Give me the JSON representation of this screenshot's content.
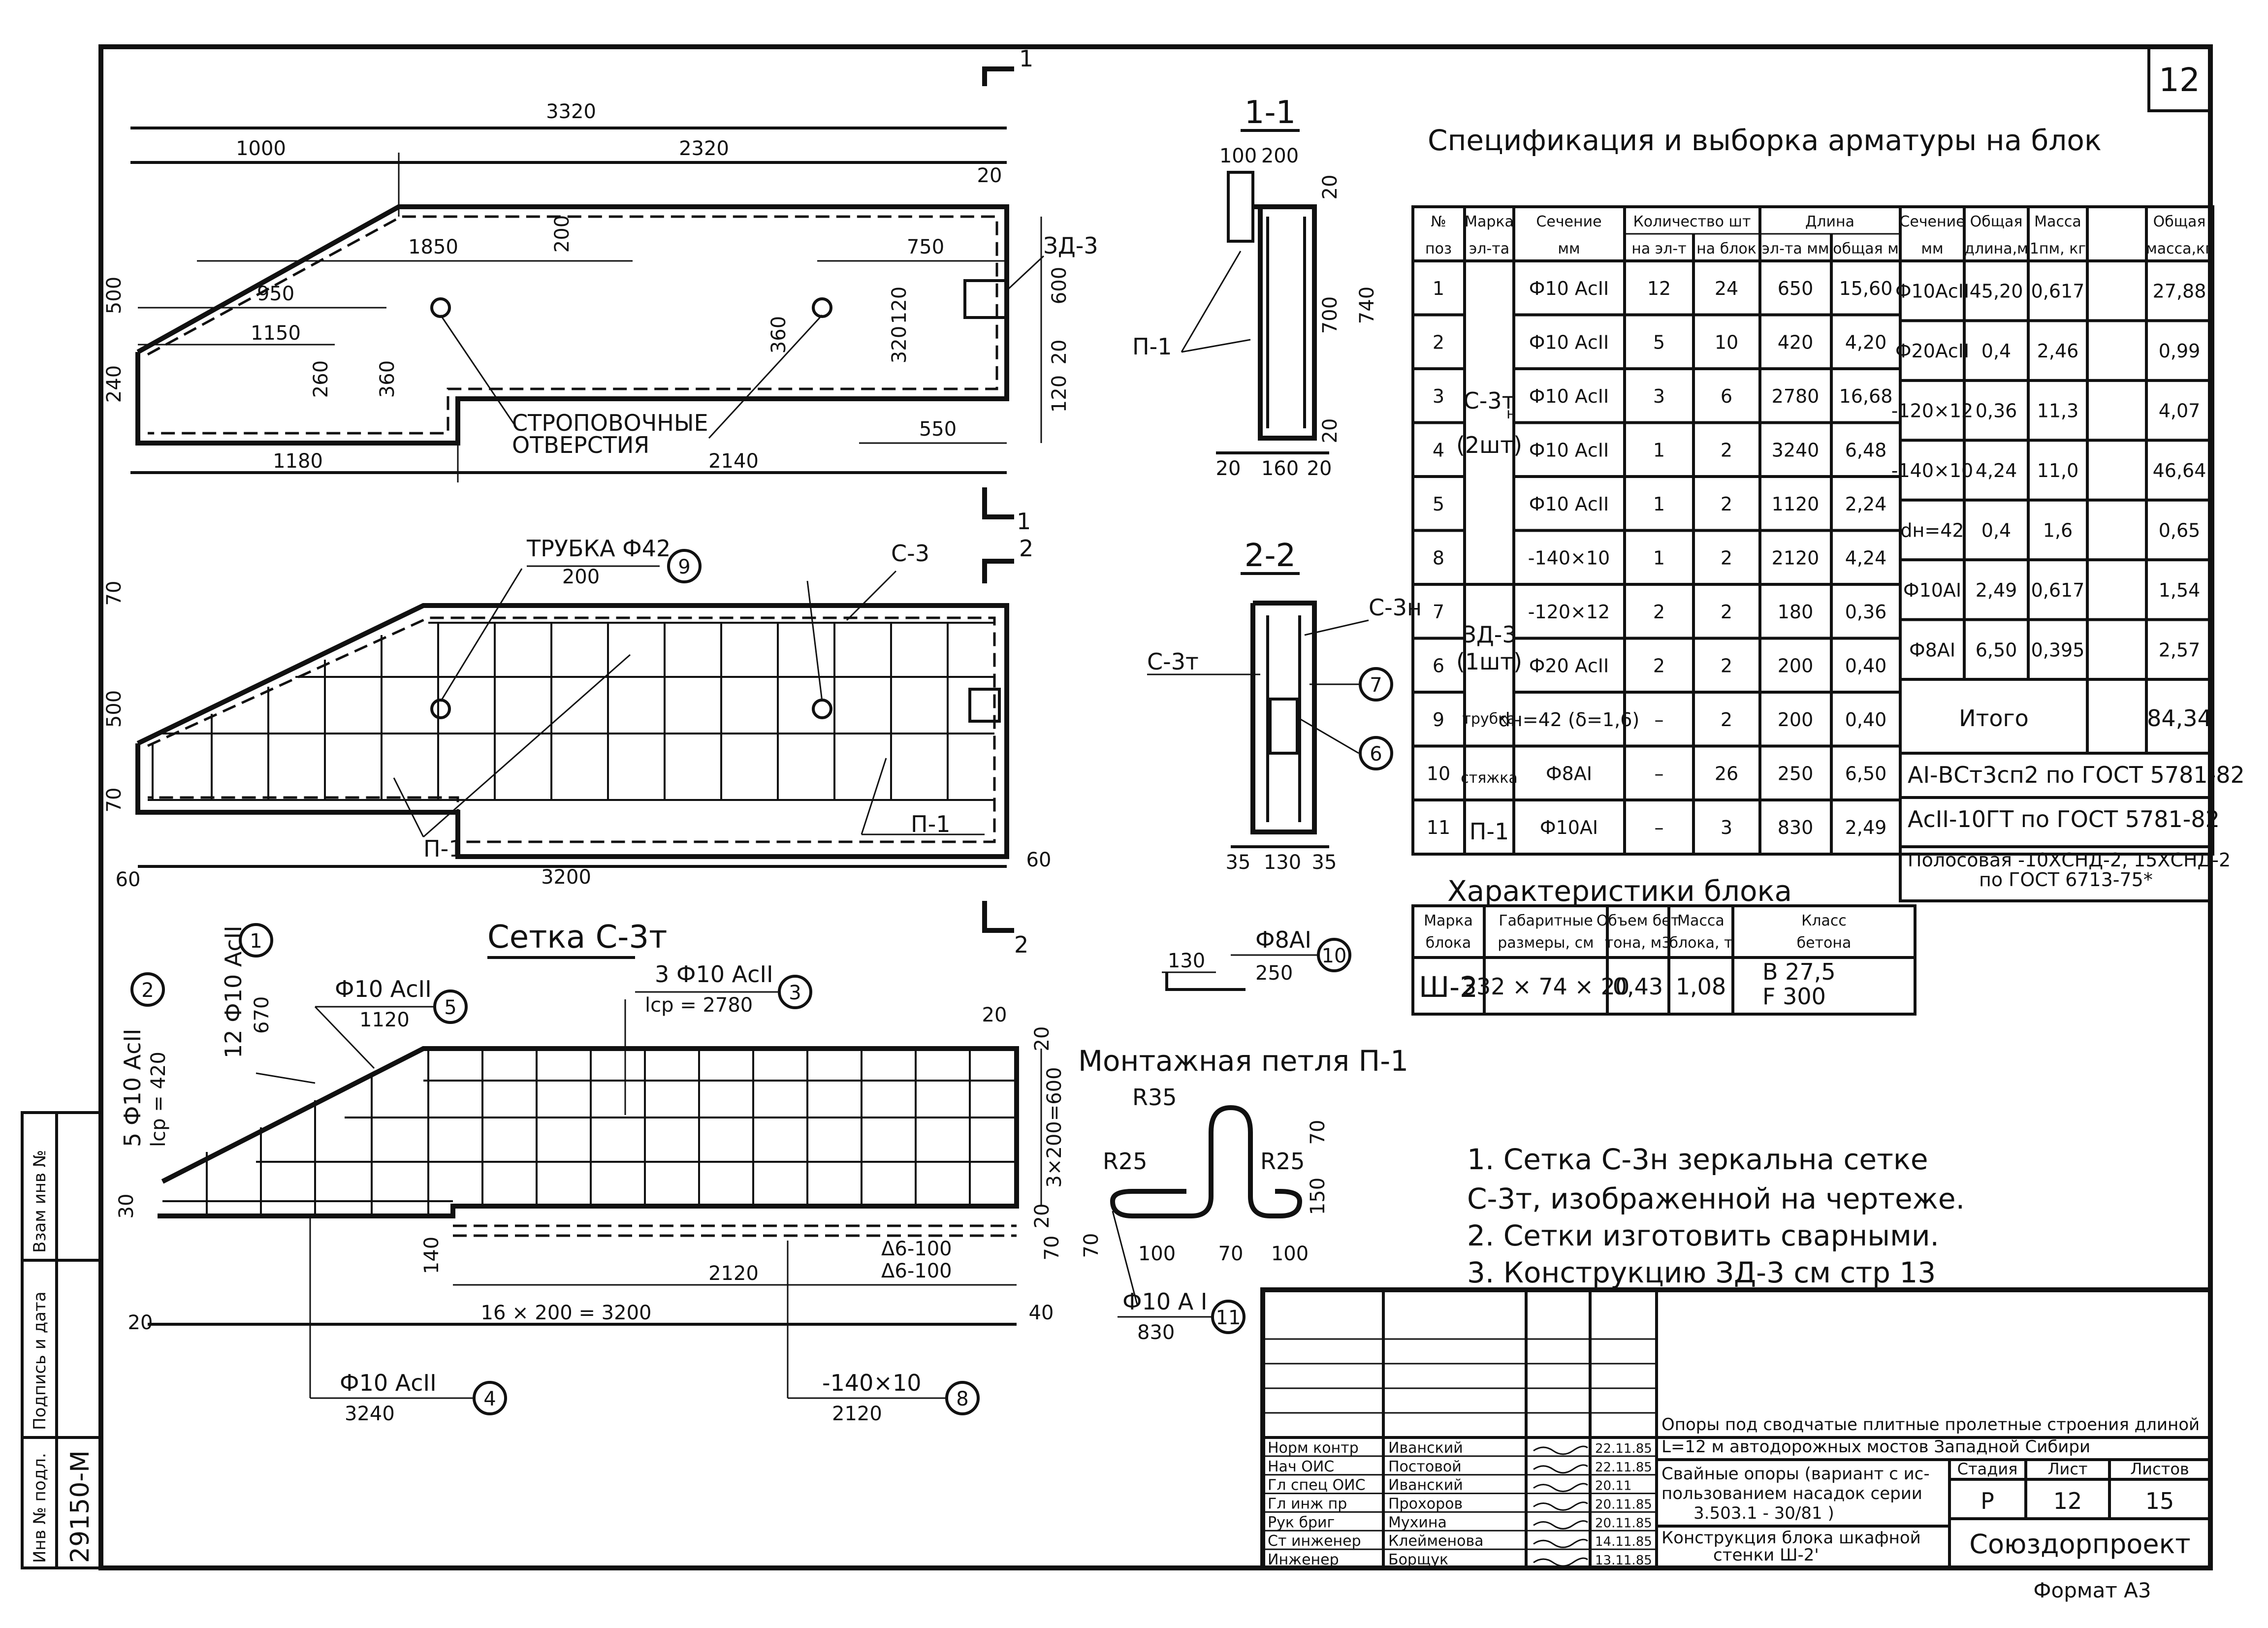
{
  "sheet": {
    "number": "12",
    "format": "Формат А3",
    "inv_number": "29150-М"
  },
  "side_stamp": {
    "inv_podl": "Инв № подл.",
    "sign_date": "Подпись и дата",
    "vzam": "Взам инв №"
  },
  "section_labels": {
    "s1": "1-1",
    "s2": "2-2",
    "cut1": "1",
    "cut2": "2"
  },
  "block_view": {
    "dims": {
      "total": "3320",
      "left": "1000",
      "right": "2320",
      "d1850": "1850",
      "d750": "750",
      "d950": "950",
      "d1150": "1150",
      "d500": "500",
      "d240": "240",
      "d260": "260",
      "d360a": "360",
      "d360b": "360",
      "d200": "200",
      "d120a": "120",
      "d320": "320",
      "d600": "600",
      "d20a": "20",
      "d20b": "20",
      "d120b": "120",
      "d550": "550",
      "d1180": "1180",
      "d2140": "2140"
    },
    "embed_label": "ЗД-3",
    "holes_note_1": "СТРОПОВОЧНЫЕ",
    "holes_note_2": "ОТВЕРСТИЯ"
  },
  "rebar_view": {
    "tube": "ТРУБКА Ф42",
    "d200": "200",
    "pos9": "9",
    "c3": "С-3",
    "p1a": "П-1",
    "p1b": "П-1",
    "d3200": "3200",
    "d60a": "60",
    "d60b": "60",
    "d70a": "70",
    "d500": "500",
    "d70b": "70"
  },
  "section11": {
    "d100": "100",
    "d200": "200",
    "d20a": "20",
    "d700": "700",
    "d740": "740",
    "d20b": "20",
    "d20c": "20",
    "d160": "160",
    "d20d": "20",
    "p1": "П-1"
  },
  "section22": {
    "c3h": "С-3н",
    "c3t": "С-3т",
    "p7": "7",
    "p6": "6",
    "d35a": "35",
    "d130": "130",
    "d35b": "35"
  },
  "tie": {
    "rebar": "Ф8АI",
    "len": "250",
    "d130": "130",
    "pos": "10"
  },
  "mesh": {
    "title": "Сетка С-3т",
    "pos1": "1",
    "pos1_text": "12 Ф10 АсII",
    "pos1_len": "670",
    "pos2": "2",
    "pos2_text": "5 Ф10 АсII",
    "pos2_len": "lср = 420",
    "pos5": "5",
    "pos5_text": "Ф10 АсII",
    "pos5_len": "1120",
    "pos3": "3",
    "pos3_text": "3 Ф10 АсII",
    "pos3_len": "lср = 2780",
    "pos4": "4",
    "pos4_text": "Ф10 АсII",
    "pos4_len": "3240",
    "pos8": "8",
    "pos8_text": "-140×10",
    "pos8_len": "2120",
    "d20a": "20",
    "d20b": "20",
    "d3x200": "3×200=600",
    "d20c": "20",
    "d140": "140",
    "d70": "70",
    "d2120": "2120",
    "d16x200": "16 × 200 = 3200",
    "d20d": "20",
    "d40": "40",
    "d30": "30",
    "d6a": "Δ6-100",
    "d6b": "Δ6-100"
  },
  "loop": {
    "title": "Монтажная петля П-1",
    "r35": "R35",
    "r25a": "R25",
    "r25b": "R25",
    "d70a": "70",
    "d150": "150",
    "d70b": "70",
    "d100a": "100",
    "d70c": "70",
    "d100b": "100",
    "rebar": "Ф10 А I",
    "len": "830",
    "pos": "11"
  },
  "spec": {
    "title": "Спецификация и выборка арматуры на блок",
    "headers": {
      "pos_1": "№",
      "pos_2": "поз",
      "mark_1": "Марка",
      "mark_2": "эл-та",
      "sec_1": "Сечение",
      "sec_2": "мм",
      "qty": "Количество шт",
      "qty_el": "на эл-т",
      "qty_bl": "на блок",
      "len": "Длина",
      "len_el": "эл-та мм",
      "len_tot": "общая м"
    },
    "rows": [
      {
        "pos": "1",
        "sec": "Ф10 АсII",
        "qe": "12",
        "qb": "24",
        "le": "650",
        "lt": "15,60"
      },
      {
        "pos": "2",
        "sec": "Ф10 АсII",
        "qe": "5",
        "qb": "10",
        "le": "420",
        "lt": "4,20"
      },
      {
        "pos": "3",
        "sec": "Ф10 АсII",
        "qe": "3",
        "qb": "6",
        "le": "2780",
        "lt": "16,68"
      },
      {
        "pos": "4",
        "sec": "Ф10 АсII",
        "qe": "1",
        "qb": "2",
        "le": "3240",
        "lt": "6,48"
      },
      {
        "pos": "5",
        "sec": "Ф10 АсII",
        "qe": "1",
        "qb": "2",
        "le": "1120",
        "lt": "2,24"
      },
      {
        "pos": "8",
        "sec": "-140×10",
        "qe": "1",
        "qb": "2",
        "le": "2120",
        "lt": "4,24"
      },
      {
        "pos": "7",
        "sec": "-120×12",
        "qe": "2",
        "qb": "2",
        "le": "180",
        "lt": "0,36"
      },
      {
        "pos": "6",
        "sec": "Ф20 АсII",
        "qe": "2",
        "qb": "2",
        "le": "200",
        "lt": "0,40"
      },
      {
        "pos": "9",
        "sec": "dн=42 (δ=1,6)",
        "qe": "–",
        "qb": "2",
        "le": "200",
        "lt": "0,40"
      },
      {
        "pos": "10",
        "sec": "Ф8АI",
        "qe": "–",
        "qb": "26",
        "le": "250",
        "lt": "6,50"
      },
      {
        "pos": "11",
        "sec": "Ф10АI",
        "qe": "–",
        "qb": "3",
        "le": "830",
        "lt": "2,49"
      }
    ],
    "marks": {
      "m1": "С-3т",
      "m1b": "н",
      "m1q": "(2шт)",
      "m2": "ЗД-3",
      "m2q": "(1шт)",
      "m3": "трубка",
      "m4": "стяжка",
      "m5": "П-1"
    }
  },
  "selection": {
    "headers": {
      "sec_1": "Сечение",
      "sec_2": "мм",
      "len_1": "Общая",
      "len_2": "длина,м",
      "mass_1": "Масса",
      "mass_2": "1пм, кг",
      "tot_1": "Общая",
      "tot_2": "масса,кг"
    },
    "rows": [
      {
        "sec": "Ф10АсII",
        "len": "45,20",
        "m": "0,617",
        "t": "27,88"
      },
      {
        "sec": "Ф20АсII",
        "len": "0,4",
        "m": "2,46",
        "t": "0,99"
      },
      {
        "sec": "-120×12",
        "len": "0,36",
        "m": "11,3",
        "t": "4,07"
      },
      {
        "sec": "-140×10",
        "len": "4,24",
        "m": "11,0",
        "t": "46,64"
      },
      {
        "sec": "dн=42",
        "len": "0,4",
        "m": "1,6",
        "t": "0,65"
      },
      {
        "sec": "Ф10АI",
        "len": "2,49",
        "m": "0,617",
        "t": "1,54"
      },
      {
        "sec": "Ф8АI",
        "len": "6,50",
        "m": "0,395",
        "t": "2,57"
      }
    ],
    "total_label": "Итого",
    "total": "84,34",
    "note1": "АI-ВСт3сп2 по ГОСТ 5781-82",
    "note2": "АсII-10ГТ по ГОСТ 5781-82",
    "note3a": "Полосовая -10ХСНД-2, 15ХСНД-2",
    "note3b": "по ГОСТ 6713-75*"
  },
  "chars": {
    "title": "Характеристики блока",
    "h1a": "Марка",
    "h1b": "блока",
    "h2a": "Габаритные",
    "h2b": "размеры, см",
    "h3a": "Объем бет",
    "h3b": "тона, м3",
    "h4a": "Масса",
    "h4b": "блока, т",
    "h5a": "Класс",
    "h5b": "бетона",
    "mark": "Ш-2",
    "dims": "332 × 74 × 20",
    "vol": "0,43",
    "mass": "1,08",
    "cls1": "В 27,5",
    "cls2": "F 300"
  },
  "notes": {
    "n1a": "1. Сетка С-3н зеркальна сетке",
    "n1b": "С-3т, изображенной на чертеже.",
    "n2": "2. Сетки изготовить сварными.",
    "n3": "3. Конструкцию ЗД-3 см стр 13"
  },
  "title_block": {
    "project1": "Опоры под сводчатые плитные пролетные строения длиной",
    "project2": "L=12 м автодорожных мостов Западной Сибири",
    "sub1": "Свайные опоры (вариант с ис-",
    "sub2": "пользованием насадок серии",
    "sub3": "3.503.1 - 30/81 )",
    "name1": "Конструкция блока шкафной",
    "name2": "стенки Ш-2'",
    "stage_h": "Стадия",
    "sheet_h": "Лист",
    "sheets_h": "Листов",
    "stage": "Р",
    "sheet": "12",
    "sheets": "15",
    "org": "Союздорпроект",
    "people": [
      {
        "role": "Норм контр",
        "name": "Иванский",
        "date": "22.11.85"
      },
      {
        "role": "Нач ОИС",
        "name": "Постовой",
        "date": "22.11.85"
      },
      {
        "role": "Гл спец ОИС",
        "name": "Иванский",
        "date": "20.11"
      },
      {
        "role": "Гл инж пр",
        "name": "Прохоров",
        "date": "20.11.85"
      },
      {
        "role": "Рук бриг",
        "name": "Мухина",
        "date": "20.11.85"
      },
      {
        "role": "Ст инженер",
        "name": "Клейменова",
        "date": "14.11.85"
      },
      {
        "role": "Инженер",
        "name": "Борщук",
        "date": "13.11.85"
      }
    ]
  }
}
